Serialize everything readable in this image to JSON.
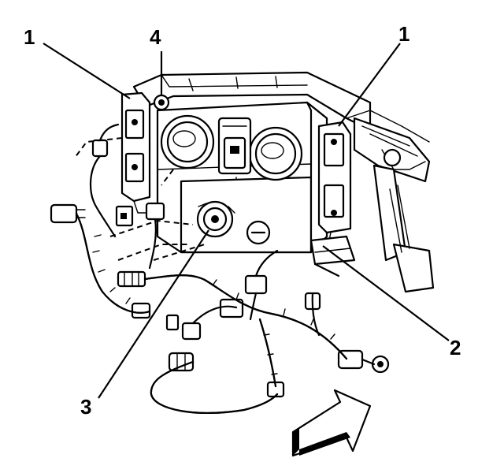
{
  "callouts": [
    {
      "id": "c1a",
      "label": "1"
    },
    {
      "id": "c4",
      "label": "4"
    },
    {
      "id": "c1b",
      "label": "1"
    },
    {
      "id": "c2",
      "label": "2"
    },
    {
      "id": "c3",
      "label": "3"
    }
  ]
}
